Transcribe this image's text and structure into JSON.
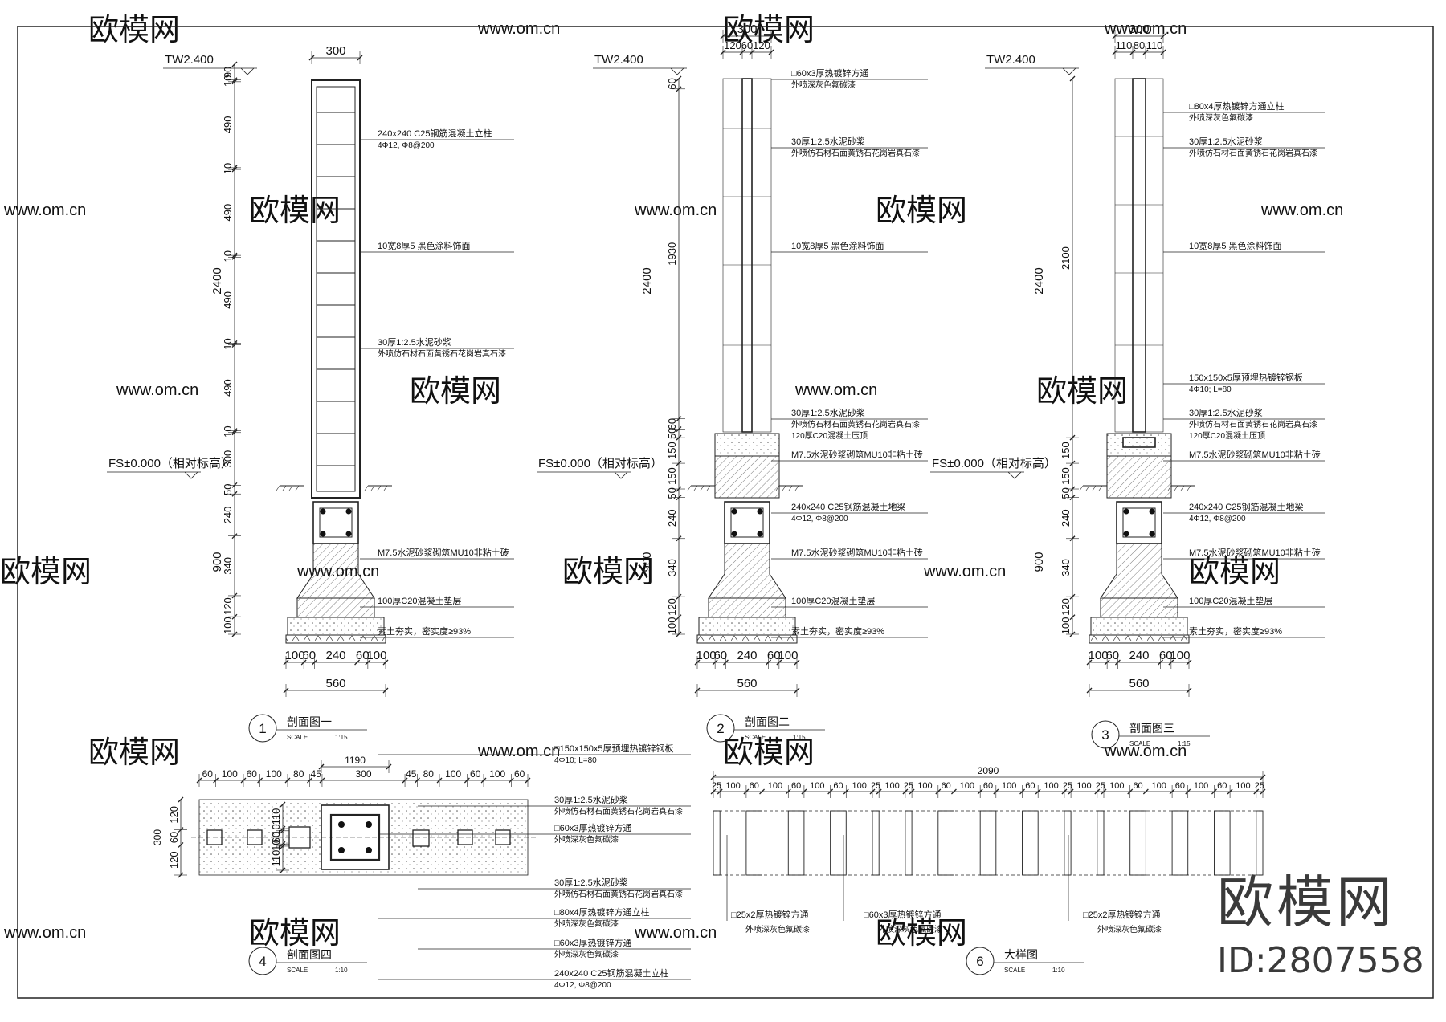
{
  "watermark": {
    "logo": "欧模网",
    "site": "www.om.cn"
  },
  "brand": {
    "name": "欧模网",
    "id": "ID:2807558"
  },
  "levels": {
    "tw": "TW2.400",
    "fs": "FS±0.000（相对标高）"
  },
  "sec1": {
    "title": "剖面图一",
    "num": "1",
    "scale": "SCALE",
    "scale_val": "1:15",
    "top_dim": "300",
    "left_dims": [
      "90",
      "10",
      "490",
      "10",
      "490",
      "10",
      "490",
      "10",
      "490",
      "10",
      "300",
      "50",
      "240",
      "340",
      "120",
      "100"
    ],
    "left_total_top": "2400",
    "left_total_bot": "900",
    "bottom_dims": [
      "100",
      "60",
      "240",
      "60",
      "100"
    ],
    "bottom_total": "560",
    "notes": [
      [
        "240x240  C25钢筋混凝土立柱",
        "4Φ12, Φ8@200"
      ],
      [
        "10宽8厚5  黑色涂料饰面"
      ],
      [
        "30厚1:2.5水泥砂浆",
        "外喷仿石材石面黄锈石花岗岩真石漆"
      ],
      [
        "M7.5水泥砂浆砌筑MU10非粘土砖"
      ],
      [
        "100厚C20混凝土垫层"
      ],
      [
        "素土夯实，密实度≥93%"
      ]
    ]
  },
  "sec2": {
    "title": "剖面图二",
    "num": "2",
    "scale": "SCALE",
    "scale_val": "1:15",
    "top_dim": "300",
    "top_sub": [
      "120",
      "60",
      "120"
    ],
    "left_dims": [
      "60",
      "1930",
      "60",
      "50",
      "150",
      "150",
      "50",
      "240",
      "340",
      "120",
      "100"
    ],
    "left_total_top": "2400",
    "left_total_bot": "900",
    "bottom_dims": [
      "100",
      "60",
      "240",
      "60",
      "100"
    ],
    "bottom_total": "560",
    "notes": [
      [
        "□60x3厚热镀锌方通",
        "外喷深灰色氟碳漆"
      ],
      [
        "30厚1:2.5水泥砂浆",
        "外喷仿石材石面黄锈石花岗岩真石漆"
      ],
      [
        "10宽8厚5  黑色涂料饰面"
      ],
      [
        "30厚1:2.5水泥砂浆",
        "外喷仿石材石面黄锈石花岗岩真石漆",
        "120厚C20混凝土压顶"
      ],
      [
        "M7.5水泥砂浆砌筑MU10非粘土砖"
      ],
      [
        "240x240  C25钢筋混凝土地梁",
        "4Φ12, Φ8@200"
      ],
      [
        "M7.5水泥砂浆砌筑MU10非粘土砖"
      ],
      [
        "100厚C20混凝土垫层"
      ],
      [
        "素土夯实，密实度≥93%"
      ]
    ]
  },
  "sec3": {
    "title": "剖面图三",
    "num": "3",
    "scale": "SCALE",
    "scale_val": "1:15",
    "top_dim": "300",
    "top_sub": [
      "110",
      "80",
      "110"
    ],
    "left_dims": [
      "2100",
      "150",
      "150",
      "50",
      "240",
      "340",
      "120",
      "100"
    ],
    "left_total_top": "2400",
    "left_total_bot": "900",
    "bottom_dims": [
      "100",
      "60",
      "240",
      "60",
      "100"
    ],
    "bottom_total": "560",
    "notes": [
      [
        "□80x4厚热镀锌方通立柱",
        "外喷深灰色氟碳漆"
      ],
      [
        "30厚1:2.5水泥砂浆",
        "外喷仿石材石面黄锈石花岗岩真石漆"
      ],
      [
        "10宽8厚5  黑色涂料饰面"
      ],
      [
        "150x150x5厚预埋热镀锌钢板",
        "4Φ10; L=80"
      ],
      [
        "30厚1:2.5水泥砂浆",
        "外喷仿石材石面黄锈石花岗岩真石漆",
        "120厚C20混凝土压顶"
      ],
      [
        "M7.5水泥砂浆砌筑MU10非粘土砖"
      ],
      [
        "240x240  C25钢筋混凝土地梁",
        "4Φ12, Φ8@200"
      ],
      [
        "M7.5水泥砂浆砌筑MU10非粘土砖"
      ],
      [
        "100厚C20混凝土垫层"
      ],
      [
        "素土夯实，密实度≥93%"
      ]
    ]
  },
  "sec4": {
    "title": "剖面图四",
    "num": "4",
    "scale": "SCALE",
    "scale_val": "1:10",
    "total": "1190",
    "dims": [
      "60",
      "100",
      "60",
      "100",
      "80",
      "45",
      "300",
      "45",
      "80",
      "100",
      "60",
      "100",
      "60"
    ],
    "left_total": "300",
    "left_dims": [
      "120",
      "60",
      "120"
    ],
    "inner_dims": [
      "110",
      "10",
      "60",
      "10",
      "110"
    ],
    "notes": [
      [
        "□150x150x5厚预埋热镀锌钢板",
        "4Φ10; L=80"
      ],
      [
        "30厚1:2.5水泥砂浆",
        "外喷仿石材石面黄锈石花岗岩真石漆"
      ],
      [
        "□60x3厚热镀锌方通",
        "外喷深灰色氟碳漆"
      ],
      [
        "30厚1:2.5水泥砂浆",
        "外喷仿石材石面黄锈石花岗岩真石漆"
      ],
      [
        "□80x4厚热镀锌方通立柱",
        "外喷深灰色氟碳漆"
      ],
      [
        "□60x3厚热镀锌方通",
        "外喷深灰色氟碳漆"
      ],
      [
        "240x240  C25钢筋混凝土立柱",
        "4Φ12, Φ8@200"
      ]
    ]
  },
  "sec6": {
    "title": "大样图",
    "num": "6",
    "scale": "SCALE",
    "scale_val": "1:10",
    "total": "2090",
    "dims": [
      "25",
      "100",
      "60",
      "100",
      "60",
      "100",
      "60",
      "100",
      "25",
      "100",
      "25",
      "100",
      "60",
      "100",
      "60",
      "100",
      "60",
      "100",
      "25",
      "100",
      "25",
      "100",
      "60",
      "100",
      "60",
      "100",
      "60",
      "100",
      "25"
    ],
    "notes": [
      [
        "□25x2厚热镀锌方通",
        "外喷深灰色氟碳漆"
      ],
      [
        "□60x3厚热镀锌方通",
        "外喷深灰色氟碳漆"
      ],
      [
        "□25x2厚热镀锌方通",
        "外喷深灰色氟碳漆"
      ]
    ]
  }
}
